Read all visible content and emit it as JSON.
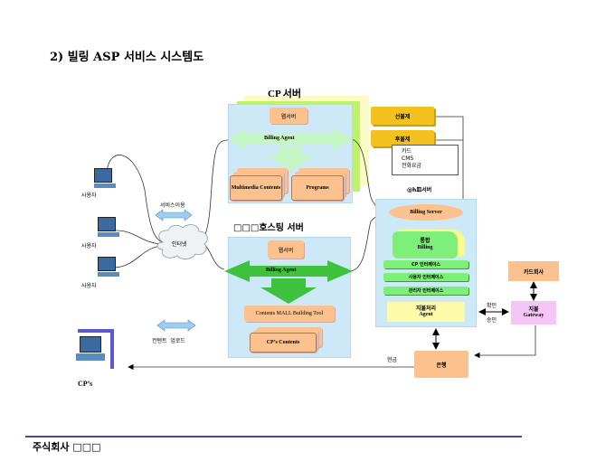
{
  "title": "2)  빌링 ASP 서비스 시스템도",
  "cp_server": {
    "title": "CP 서버",
    "web_server": "웹서버",
    "billing_agent": "Billing Agent",
    "multimedia": "Multimedia Contents",
    "programs": "Programs"
  },
  "hosting_server": {
    "title": "□□□호스팅 서버",
    "web_server": "웹서버",
    "billing_agent": "Billing Agent",
    "mall_tool": "Contents MALL Building Tool",
    "cp_contents": "CP’s Contents"
  },
  "billing_server": {
    "title": "@h皿서버",
    "prepaid": "선불제",
    "postpaid": "후불제",
    "postpaid_options": [
      "카드",
      "CMS",
      "전화요금"
    ],
    "billing_server_label": "Billing Server",
    "integrated_billing_1": "통합",
    "integrated_billing_2": "Billing",
    "interfaces": [
      "CP 인터페이스",
      "사용자 인터페이스",
      "관리자 인터페이스"
    ],
    "payment_agent_1": "지불처리",
    "payment_agent_2": "Agent"
  },
  "users": [
    "사용자",
    "사용자",
    "사용자"
  ],
  "internet": "인터넷",
  "service_use": "서비스이용",
  "content_upload": "컨텐트  업로드",
  "cps": "CP’s",
  "card_company": "카드회사",
  "gateway_1": "지불",
  "gateway_2": "Gateway",
  "confirm": "확인",
  "approve": "승인",
  "cash": "현금",
  "bank": "은행",
  "footer": "주식회사 □□□"
}
